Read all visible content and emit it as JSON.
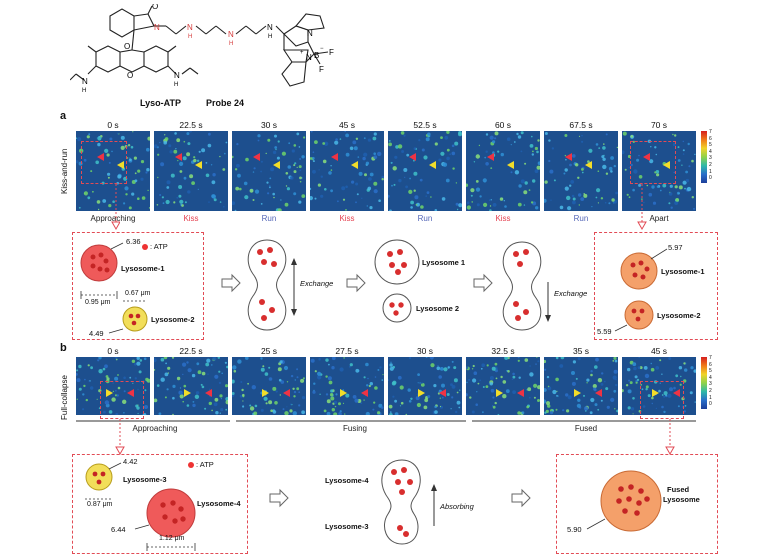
{
  "header": {
    "probe_name": "Lyso-ATP",
    "probe_number": "Probe 24",
    "atom_o": "O",
    "atom_n": "N",
    "atom_h": "H",
    "atom_b": "B",
    "atom_f": "F",
    "charge": "+",
    "charge_minus": "−"
  },
  "panel_a": {
    "letter": "a",
    "side_label": "Kiss-and-run",
    "times": [
      "0 s",
      "22.5 s",
      "30 s",
      "45 s",
      "52.5 s",
      "60 s",
      "67.5 s",
      "70 s"
    ],
    "captions": [
      {
        "text": "Approaching",
        "color": "dark"
      },
      {
        "text": "Kiss",
        "color": "red"
      },
      {
        "text": "Run",
        "color": "blue"
      },
      {
        "text": "Kiss",
        "color": "red"
      },
      {
        "text": "Run",
        "color": "blue"
      },
      {
        "text": "Kiss",
        "color": "red"
      },
      {
        "text": "Run",
        "color": "blue"
      },
      {
        "text": "Apart",
        "color": "dark"
      }
    ],
    "colorbar_ticks": [
      "7",
      "6",
      "5",
      "4",
      "3",
      "2",
      "1",
      "0"
    ],
    "left_box": {
      "value_top": "6.36",
      "atp_label": ": ATP",
      "lys1": "Lysosome-1",
      "scale1": "0.95 μm",
      "scale2": "0.67 μm",
      "lys2": "Lysosome-2",
      "value_bottom": "4.49"
    },
    "exchange1": "Exchange",
    "mid_lys1": "Lysosome 1",
    "mid_lys2": "Lysosome 2",
    "exchange2": "Exchange",
    "right_box": {
      "value_top": "5.97",
      "lys1": "Lysosome-1",
      "value_bottom": "5.59",
      "lys2": "Lysosome-2"
    }
  },
  "panel_b": {
    "letter": "b",
    "side_label": "Full-collapse",
    "times": [
      "0 s",
      "22.5 s",
      "25 s",
      "27.5 s",
      "30 s",
      "32.5 s",
      "35 s",
      "45 s"
    ],
    "phases": [
      "Approaching",
      "Fusing",
      "Fused"
    ],
    "colorbar_ticks": [
      "7",
      "6",
      "5",
      "4",
      "3",
      "2",
      "1",
      "0"
    ],
    "left_box": {
      "value_top": "4.42",
      "atp_label": ": ATP",
      "lys3": "Lysosome-3",
      "scale1": "0.87 μm",
      "lys4": "Lysosome-4",
      "value_bottom": "6.44",
      "scale2": "1.12 μm"
    },
    "mid_lys4": "Lysosome-4",
    "mid_lys3": "Lysosome-3",
    "absorbing": "Absorbing",
    "right_box": {
      "fused1": "Fused",
      "fused2": "Lysosome",
      "value": "5.90"
    }
  },
  "colors": {
    "frame_bg": "#1d4f8e",
    "accent_red": "#e24b55",
    "kiss_red": "#e5404f",
    "run_blue": "#5567b8",
    "lysosome_red": "#ef5a5a",
    "lysosome_yellow": "#f2de5a",
    "lysosome_orange": "#f4a06a",
    "marker_red": "#ee3344",
    "marker_yellow": "#f2dd2a"
  }
}
